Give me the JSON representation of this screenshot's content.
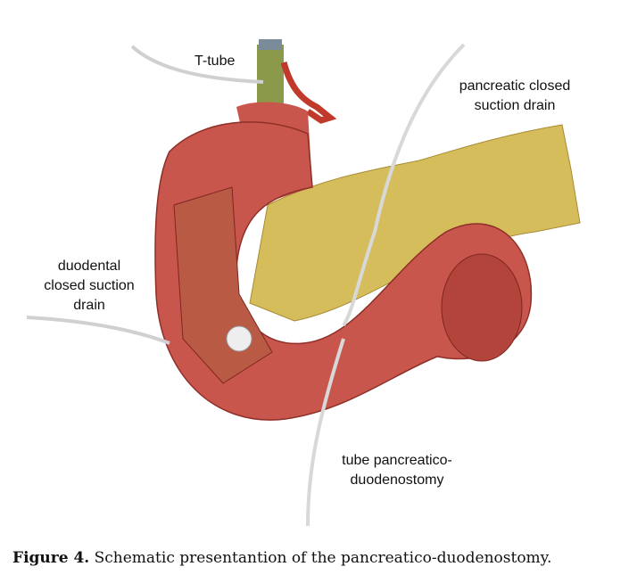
{
  "labels": {
    "t_tube": "T-tube",
    "pancreatic_drain": [
      "pancreatic closed",
      "suction drain"
    ],
    "duodenal_drain": [
      "duodental",
      "closed suction",
      "drain"
    ],
    "tube_pd": [
      "tube pancreatico-",
      "duodenostomy"
    ]
  },
  "caption": {
    "label": "Figure 4.",
    "text": " Schematic presentantion of the pancreatico-duodenostomy."
  },
  "colors": {
    "duodenum": "#c8524a",
    "pancreas": "#d9bf5a",
    "tube": "#d8d8d8"
  }
}
